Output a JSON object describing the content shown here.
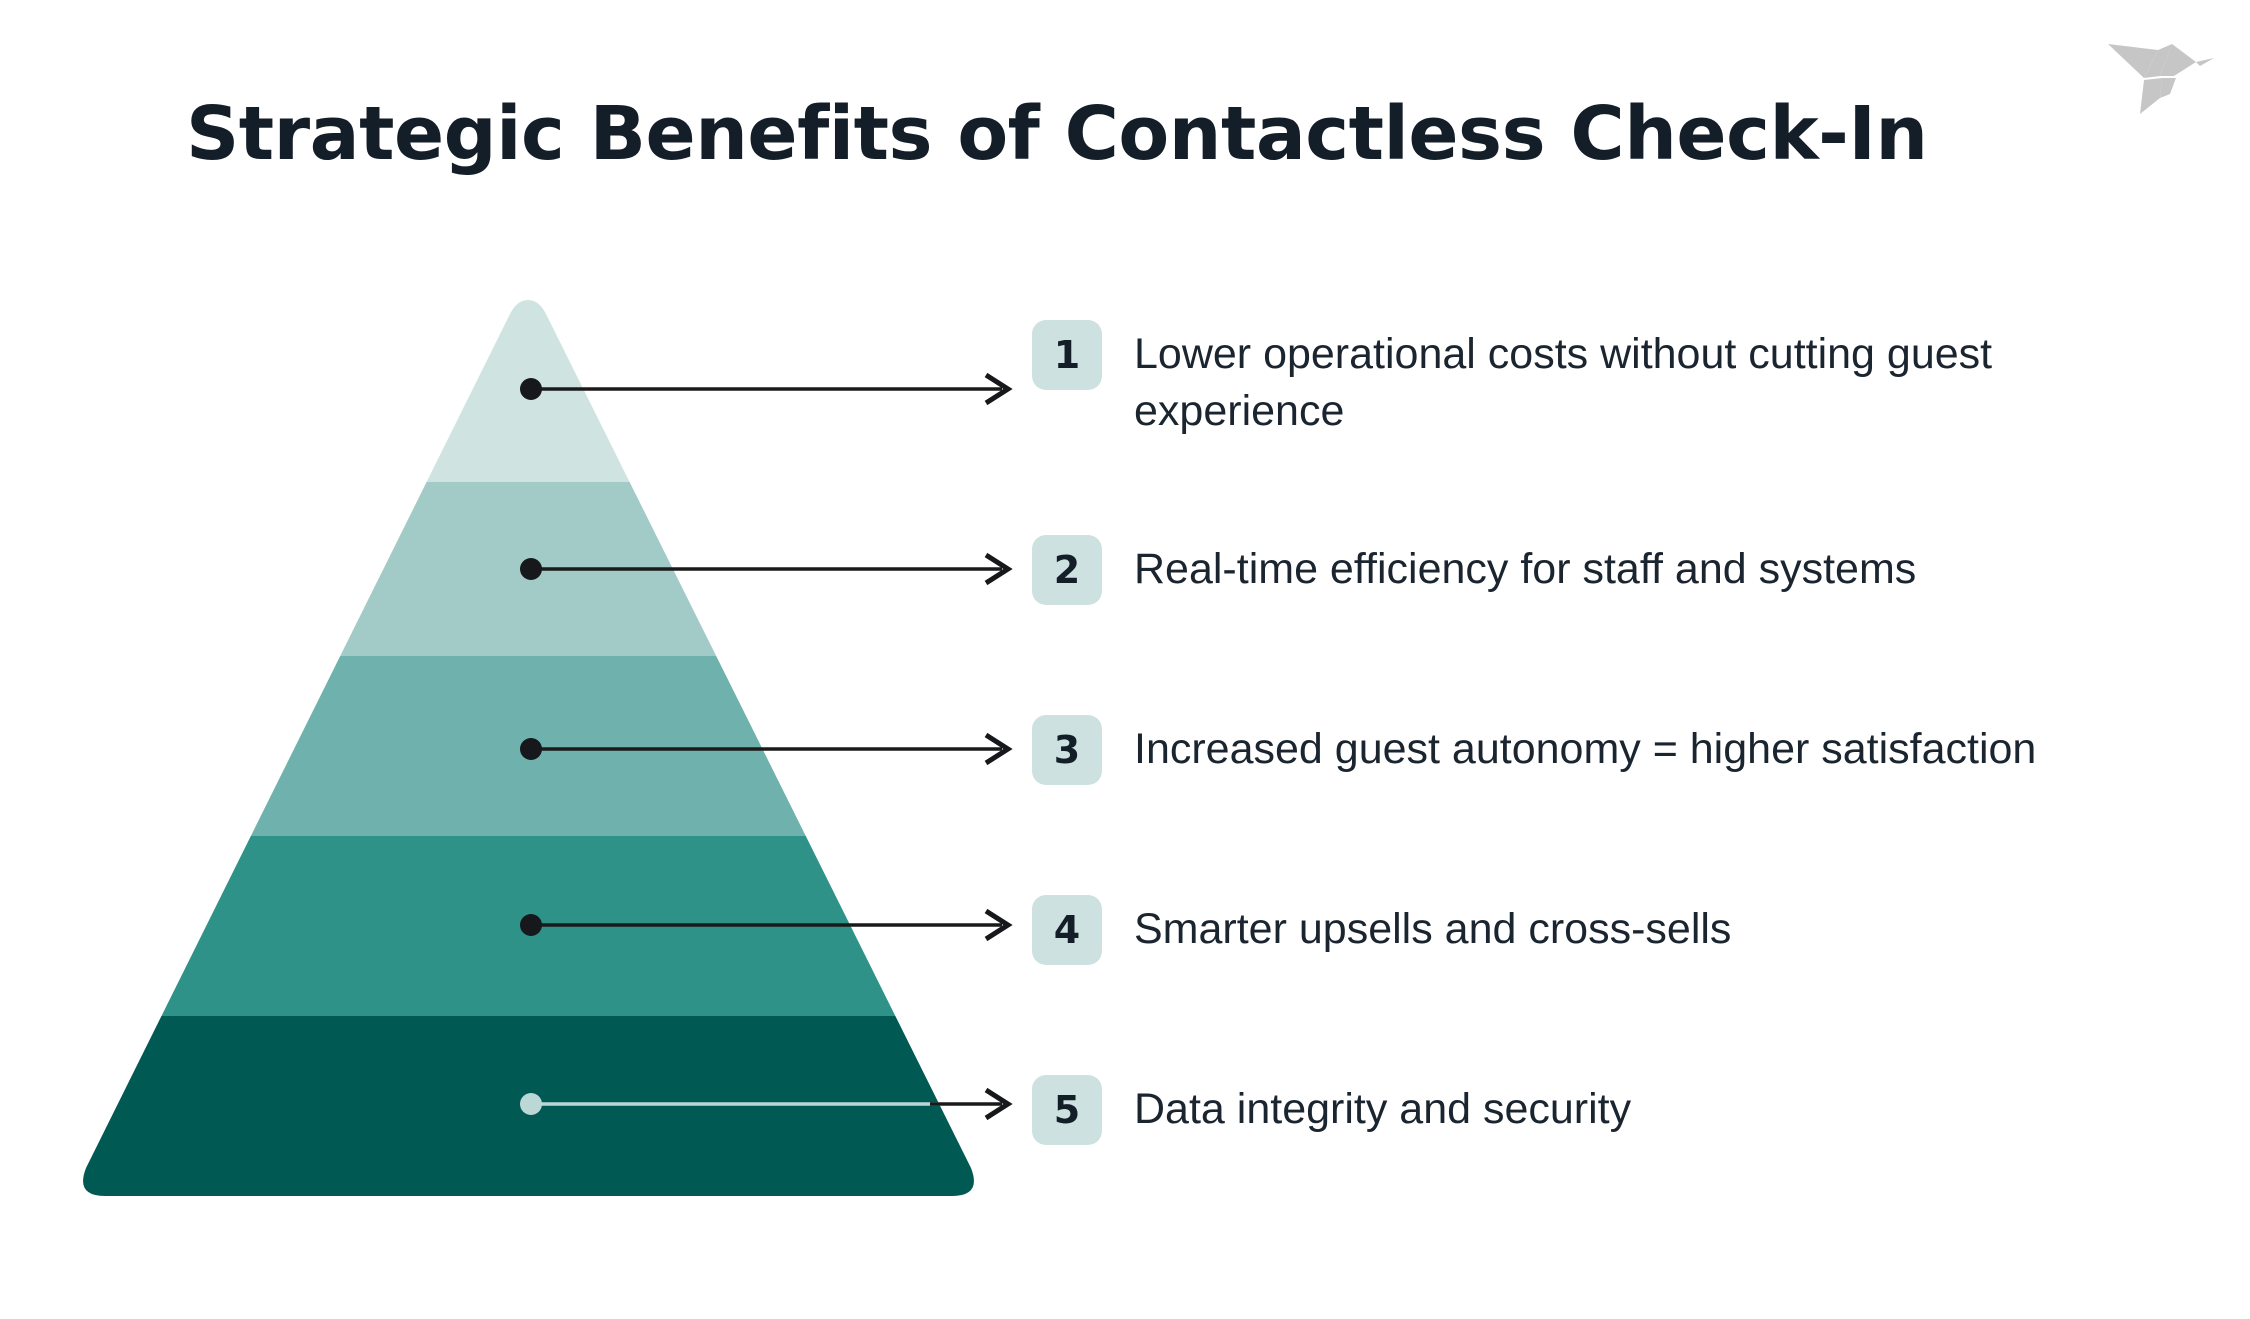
{
  "header": {
    "title": "Strategic Benefits of Contactless Check-In",
    "logo_name": "origami-bird-logo",
    "logo_color": "#c6c6c6",
    "title_color": "#141e28"
  },
  "theme": {
    "background": "#ffffff",
    "badge_background": "#cde2e0",
    "badge_text": "#141e28",
    "body_text": "#1b2530",
    "connector_dark": "#1a1a1a",
    "connector_light": "#bcd8d6"
  },
  "pyramid": {
    "name": "benefits-pyramid",
    "levels": [
      {
        "index": 1,
        "color": "#cfe3e1",
        "label": "Lower operational costs without cutting guest experience"
      },
      {
        "index": 2,
        "color": "#a2cbc7",
        "label": "Real-time efficiency for staff and systems"
      },
      {
        "index": 3,
        "color": "#6fb2ad",
        "label": "Increased guest autonomy = higher satisfaction"
      },
      {
        "index": 4,
        "color": "#2f9289",
        "label": "Smarter upsells and cross-sells"
      },
      {
        "index": 5,
        "color": "#005953",
        "label": "Data integrity and security"
      }
    ]
  },
  "items": [
    {
      "number": "1",
      "text": "Lower operational costs without cutting guest experience"
    },
    {
      "number": "2",
      "text": "Real-time efficiency for staff and systems"
    },
    {
      "number": "3",
      "text": "Increased guest autonomy = higher satisfaction"
    },
    {
      "number": "4",
      "text": "Smarter upsells and cross-sells"
    },
    {
      "number": "5",
      "text": "Data integrity and security"
    }
  ]
}
